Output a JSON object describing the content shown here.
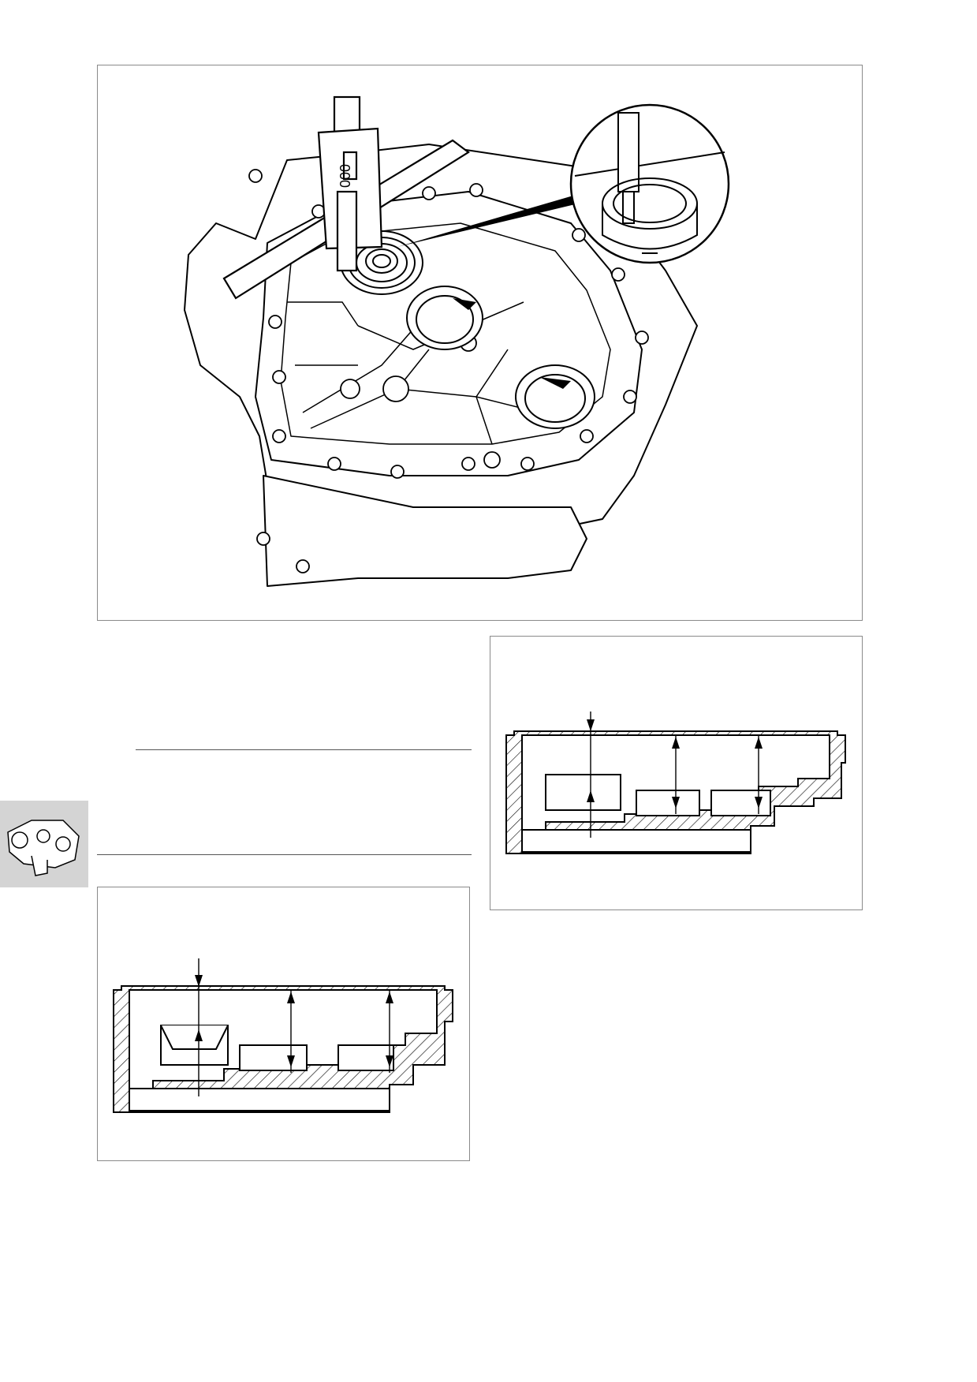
{
  "page": {
    "figures": [
      {
        "id": "main",
        "icon": "gearbox-casing-depth-gauge-illustration"
      },
      {
        "id": "right",
        "icon": "casing-cross-section-measurement-diagram"
      },
      {
        "id": "left",
        "icon": "casing-cross-section-measurement-diagram-bearing"
      }
    ],
    "side_tab": {
      "icon": "transmission-thumbnail-icon"
    }
  }
}
